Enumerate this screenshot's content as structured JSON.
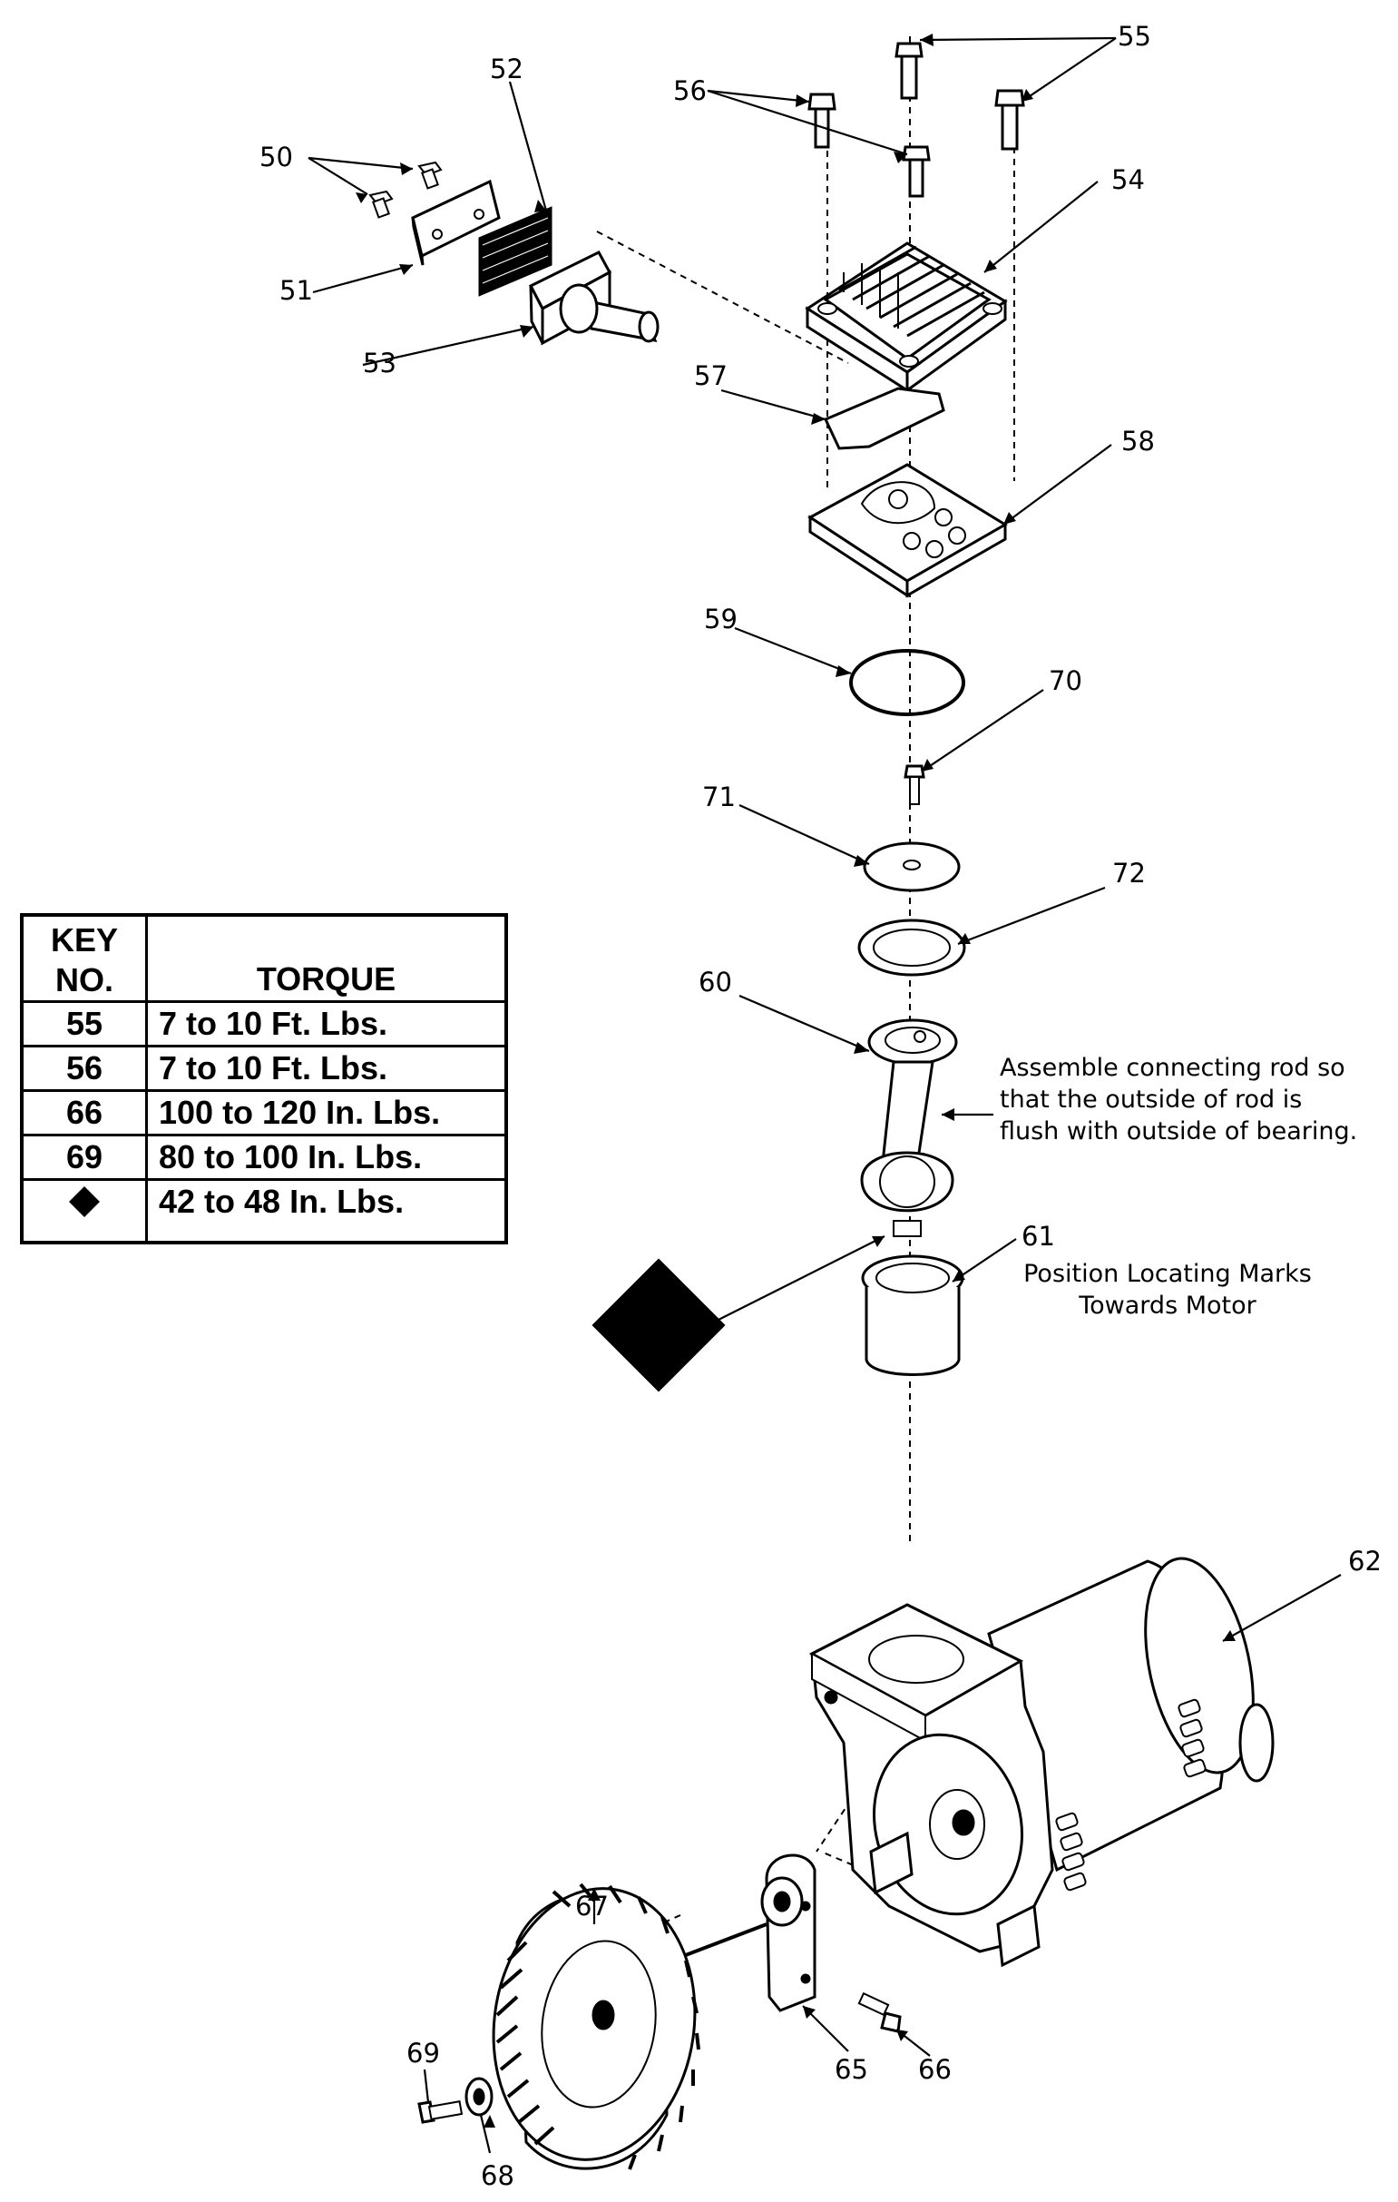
{
  "callouts": {
    "c50": "50",
    "c51": "51",
    "c52": "52",
    "c53": "53",
    "c54": "54",
    "c55": "55",
    "c56": "56",
    "c57": "57",
    "c58": "58",
    "c59": "59",
    "c60": "60",
    "c61": "61",
    "c62": "62",
    "c65": "65",
    "c66": "66",
    "c67": "67",
    "c68": "68",
    "c69": "69",
    "c70": "70",
    "c71": "71",
    "c72": "72"
  },
  "notes": {
    "connecting_rod": [
      "Assemble connecting rod so",
      "that the outside of rod is",
      "flush with outside of bearing."
    ],
    "locating_marks": [
      "Position Locating Marks",
      "Towards Motor"
    ]
  },
  "torque_table": {
    "header_key": [
      "KEY",
      "NO."
    ],
    "header_torque": "TORQUE",
    "rows": [
      {
        "key": "55",
        "torque": "7 to 10 Ft. Lbs."
      },
      {
        "key": "56",
        "torque": "7 to 10 Ft. Lbs."
      },
      {
        "key": "66",
        "torque": "100 to 120 In. Lbs."
      },
      {
        "key": "69",
        "torque": "80 to 100 In. Lbs."
      },
      {
        "key": "diamond-icon",
        "torque": "42 to 48 In. Lbs."
      }
    ]
  }
}
